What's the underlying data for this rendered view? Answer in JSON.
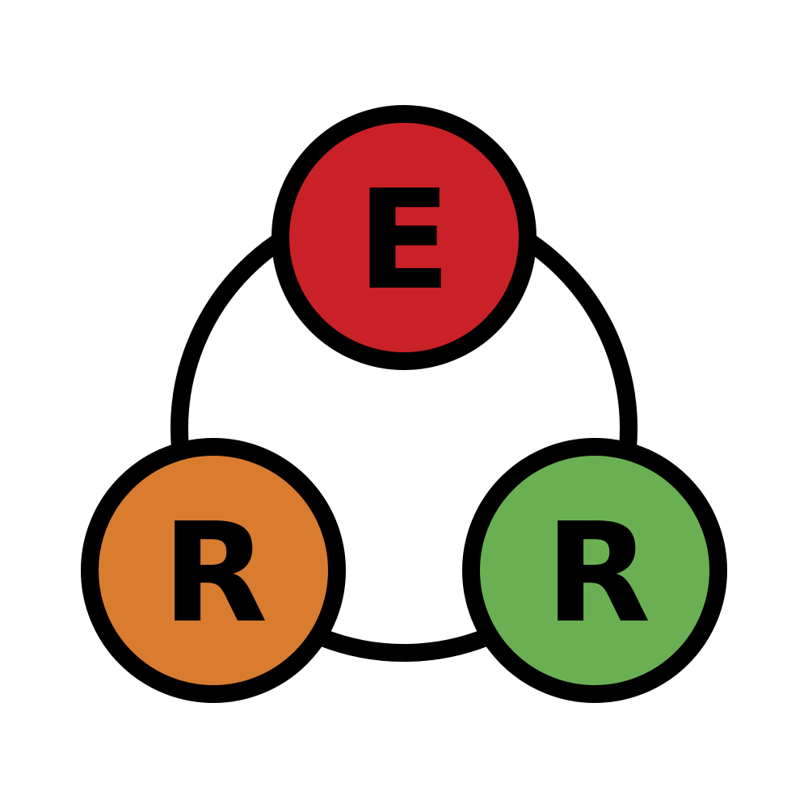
{
  "diagram": {
    "nodes": [
      {
        "id": "top",
        "label": "E",
        "color": "#C92127"
      },
      {
        "id": "bottom-left",
        "label": "R",
        "color": "#D97C2F"
      },
      {
        "id": "bottom-right",
        "label": "R",
        "color": "#6AB053"
      }
    ],
    "stroke_color": "#000000",
    "background_color": "#FFFFFF"
  }
}
